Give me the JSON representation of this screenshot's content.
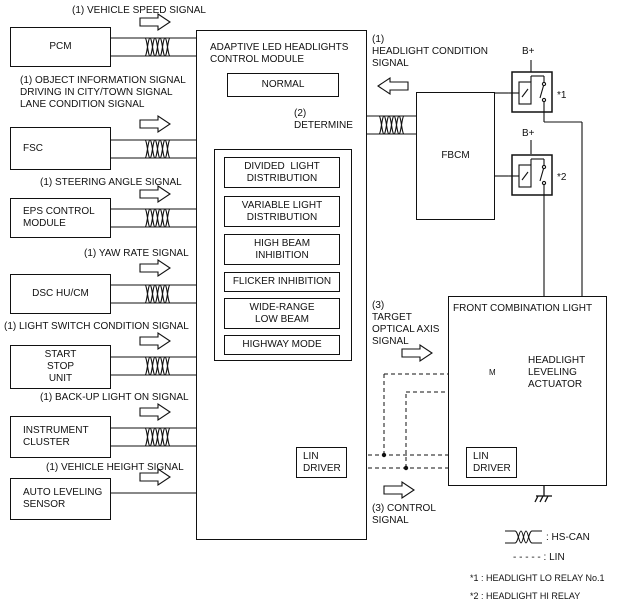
{
  "left_units": [
    {
      "name": "PCM",
      "signal": "(1) VEHICLE SPEED SIGNAL"
    },
    {
      "name": "FSC",
      "signal": "(1) OBJECT INFORMATION SIGNAL\nDRIVING IN CITY/TOWN SIGNAL\nLANE CONDITION SIGNAL"
    },
    {
      "name": "EPS CONTROL\nMODULE",
      "signal": "(1) STEERING ANGLE SIGNAL"
    },
    {
      "name": "DSC HU/CM",
      "signal": "(1) YAW RATE SIGNAL"
    },
    {
      "name": "START\nSTOP\nUNIT",
      "signal": "(1) LIGHT SWITCH CONDITION SIGNAL"
    },
    {
      "name": "INSTRUMENT\nCLUSTER",
      "signal": "(1) BACK-UP LIGHT ON SIGNAL"
    },
    {
      "name": "AUTO LEVELING\nSENSOR",
      "signal": "(1) VEHICLE HEIGHT SIGNAL"
    }
  ],
  "control_module": {
    "title": "ADAPTIVE LED HEADLIGHTS\nCONTROL MODULE",
    "normal": "NORMAL",
    "determine": "(2)\nDETERMINE",
    "modes": [
      "DIVIDED  LIGHT\nDISTRIBUTION",
      "VARIABLE LIGHT\nDISTRIBUTION",
      "HIGH BEAM\nINHIBITION",
      "FLICKER INHIBITION",
      "WIDE-RANGE\nLOW BEAM",
      "HIGHWAY MODE"
    ],
    "lin_driver": "LIN\nDRIVER"
  },
  "fbcm": {
    "name": "FBCM",
    "signal": "(1)\nHEADLIGHT CONDITION\nSIGNAL"
  },
  "relays": {
    "b_plus": "B+",
    "mark1": "*1",
    "mark2": "*2"
  },
  "front_light": {
    "title": "FRONT COMBINATION LIGHT",
    "actuator": "HEADLIGHT\nLEVELING\nACTUATOR",
    "lin_driver": "LIN\nDRIVER",
    "target": "(3)\nTARGET\nOPTICAL AXIS\nSIGNAL",
    "control": "(3) CONTROL\nSIGNAL",
    "motor": "M"
  },
  "legend": {
    "hs_can": ": HS-CAN",
    "lin": "- - - - - : LIN",
    "note1": "*1 : HEADLIGHT LO RELAY No.1",
    "note2": "*2 : HEADLIGHT HI RELAY"
  }
}
